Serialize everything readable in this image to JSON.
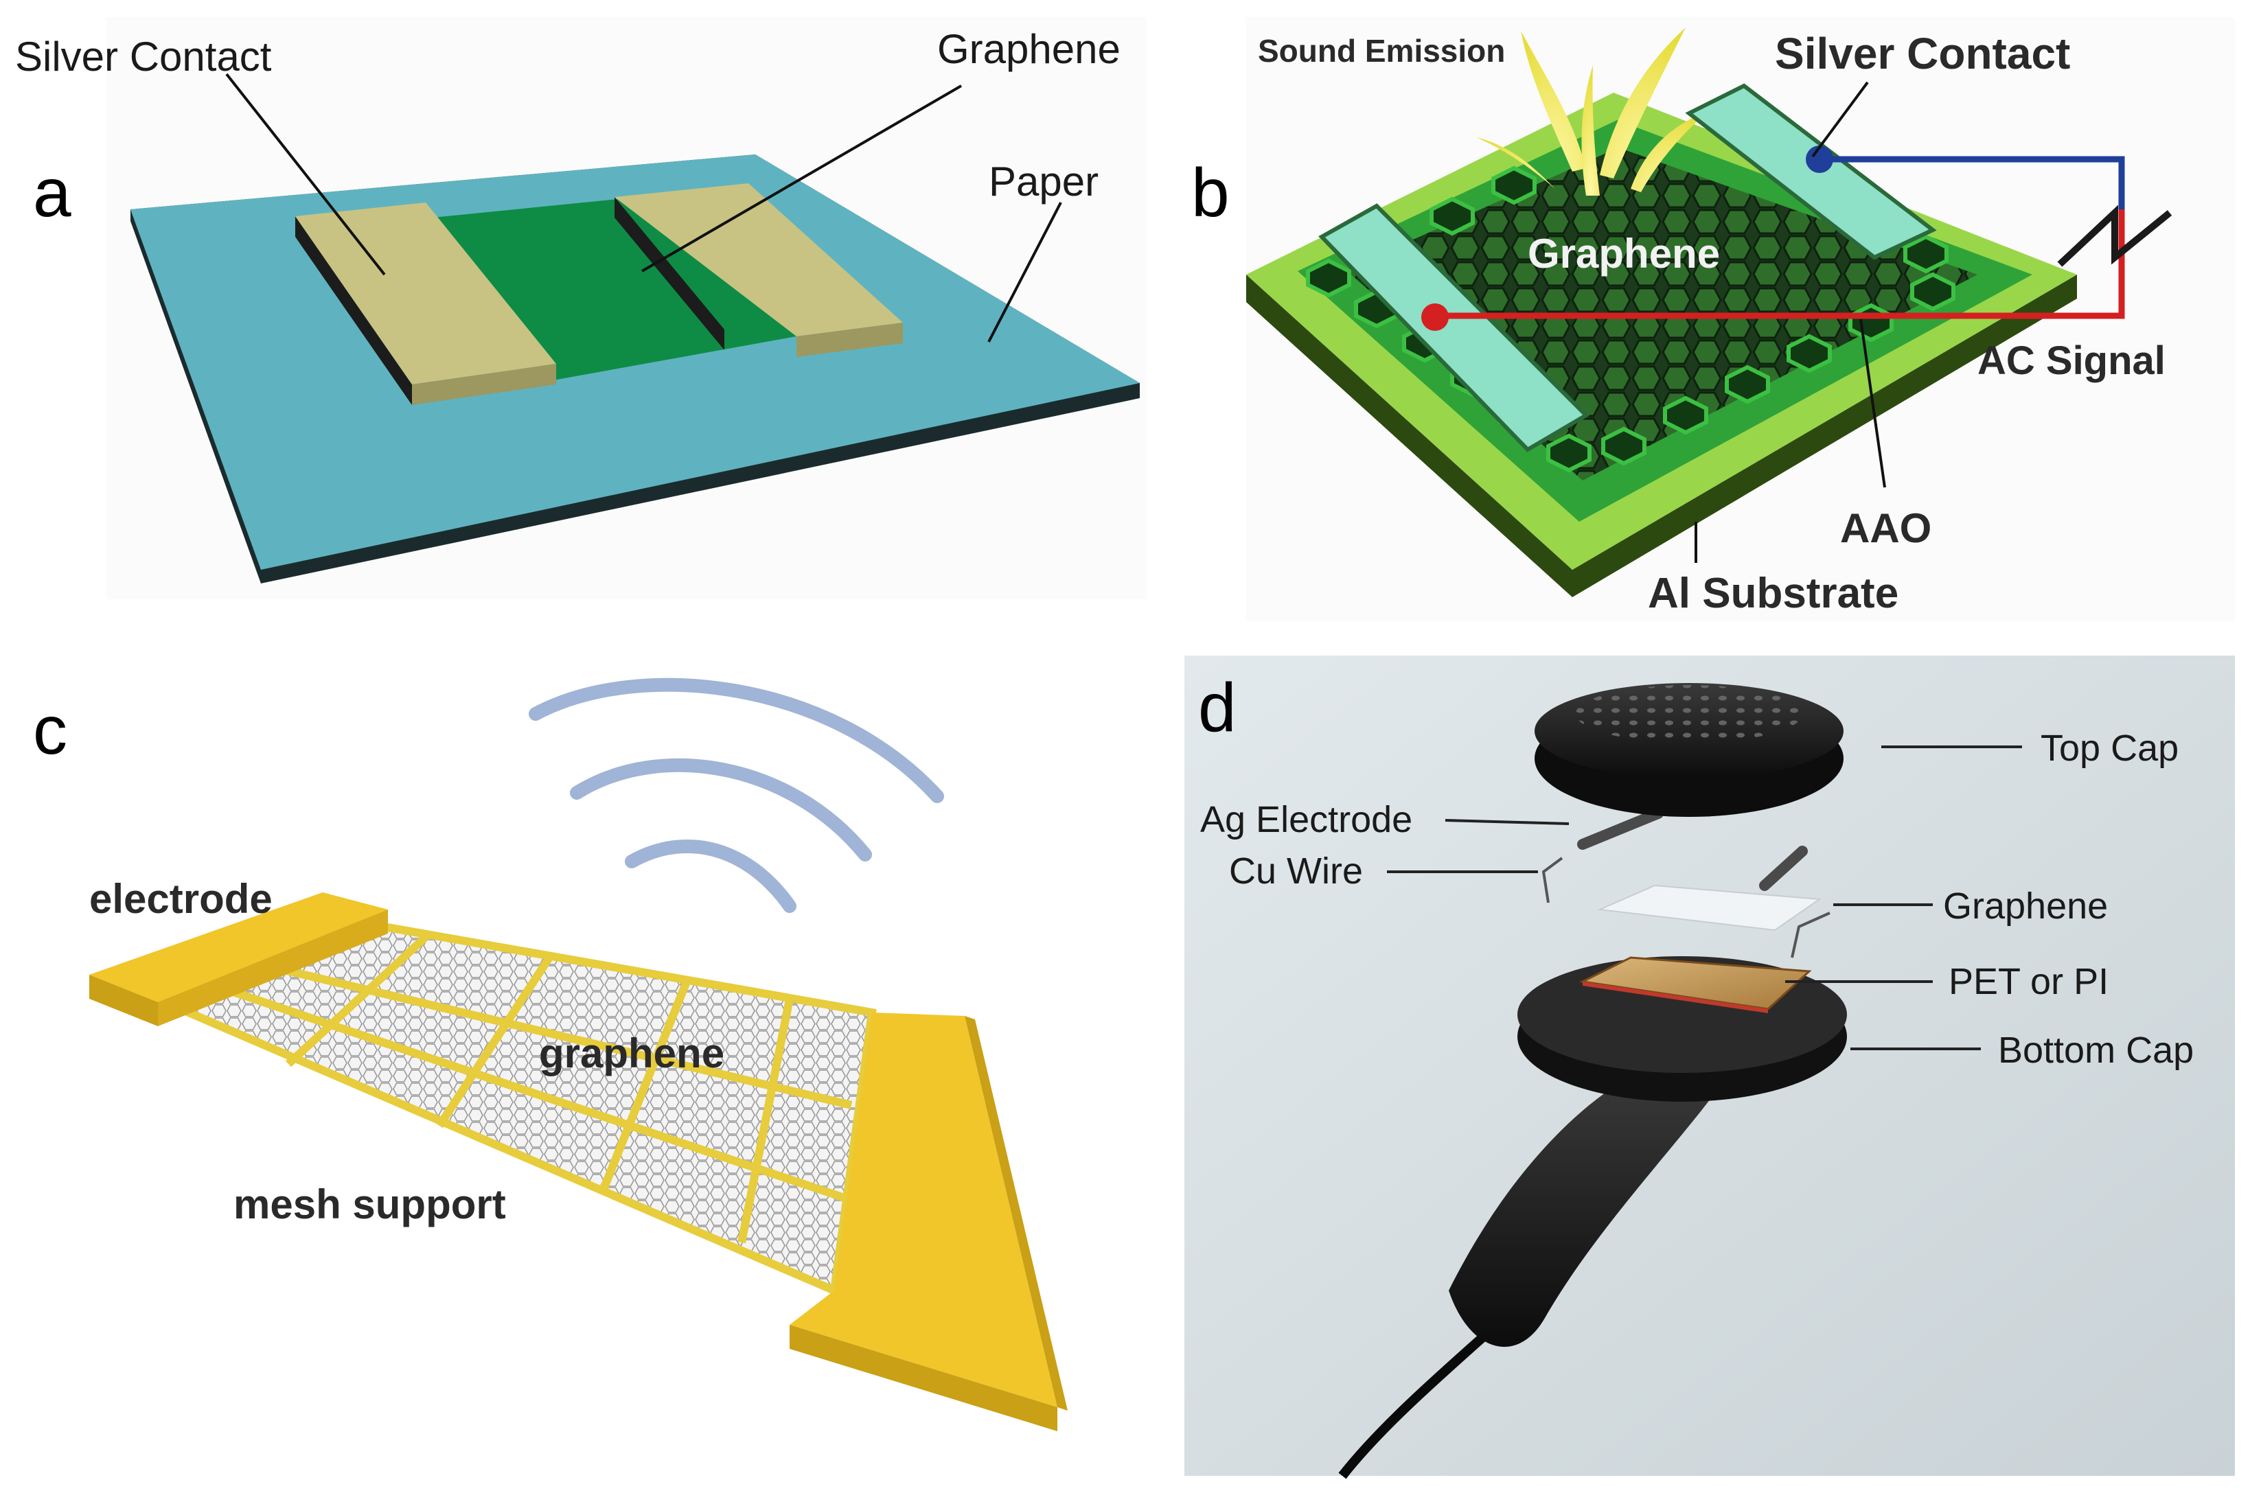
{
  "panels": {
    "a": {
      "letter": "a",
      "labels": {
        "silver_contact": "Silver Contact",
        "graphene": "Graphene",
        "paper": "Paper"
      },
      "colors": {
        "paper": "#5fb3c0",
        "graphene": "#0e8c46",
        "contact": "#c8c383"
      }
    },
    "b": {
      "letter": "b",
      "labels": {
        "sound_emission": "Sound Emission",
        "silver_contact": "Silver Contact",
        "graphene": "Graphene",
        "ac_signal": "AC Signal",
        "aao": "AAO",
        "al_substrate": "Al Substrate"
      },
      "colors": {
        "substrate": "#9ad64a",
        "aao": "#2fa338",
        "contact": "#8ee0c6",
        "wire_red": "#d42020",
        "wire_blue": "#1f3f9a",
        "sound": "#f2ee6a"
      }
    },
    "c": {
      "letter": "c",
      "labels": {
        "electrode": "electrode",
        "graphene": "graphene",
        "mesh_support": "mesh support"
      },
      "colors": {
        "electrode": "#f0c62a",
        "mesh": "#e7cc3c",
        "waves": "#9fb4d6"
      }
    },
    "d": {
      "letter": "d",
      "labels": {
        "top_cap": "Top Cap",
        "ag_electrode": "Ag Electrode",
        "cu_wire": "Cu Wire",
        "graphene": "Graphene",
        "pet_or_pi": "PET or PI",
        "bottom_cap": "Bottom Cap"
      },
      "colors": {
        "background": "#d7dfe3",
        "caps": "#1c1c1c",
        "film": "#caa361"
      }
    }
  }
}
